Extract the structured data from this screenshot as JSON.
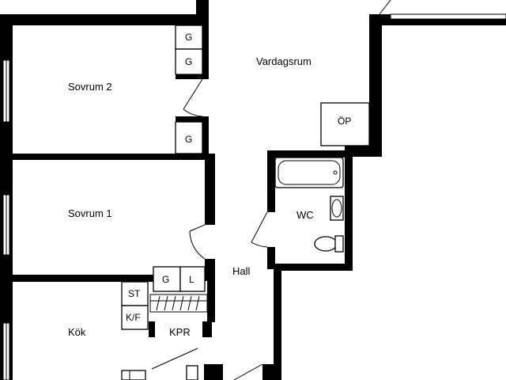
{
  "rooms": {
    "vardagsrum": "Vardagsrum",
    "sovrum2": "Sovrum 2",
    "sovrum1": "Sovrum 1",
    "kok": "Kök",
    "hall": "Hall",
    "wc": "WC",
    "kpr": "KPR"
  },
  "fixtures": {
    "g": "G",
    "l": "L",
    "st": "ST",
    "kf": "K/F",
    "op": "ÖP"
  }
}
